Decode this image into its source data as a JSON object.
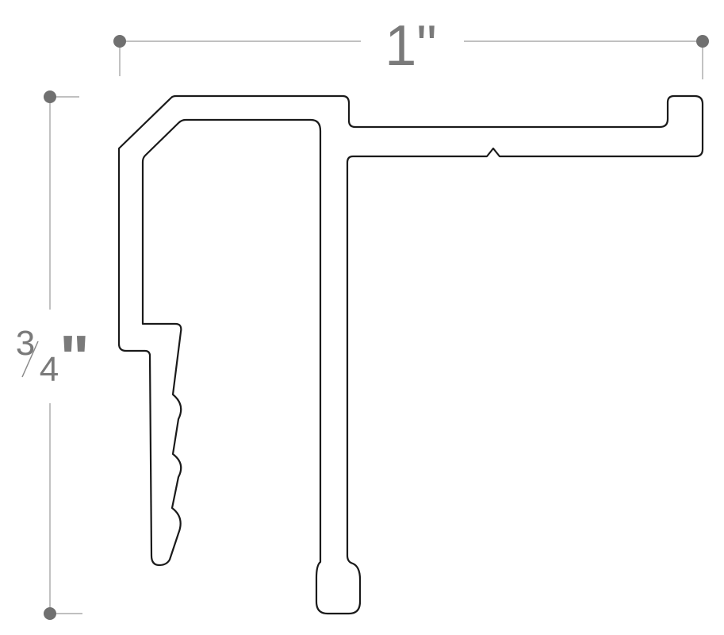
{
  "width_dimension": {
    "label": "1\""
  },
  "height_dimension": {
    "numerator": "3",
    "denominator": "4",
    "inch_mark": "\""
  },
  "colors": {
    "dimension": "#7a7a7a",
    "outline": "#1a1a1a",
    "background": "#ffffff"
  }
}
